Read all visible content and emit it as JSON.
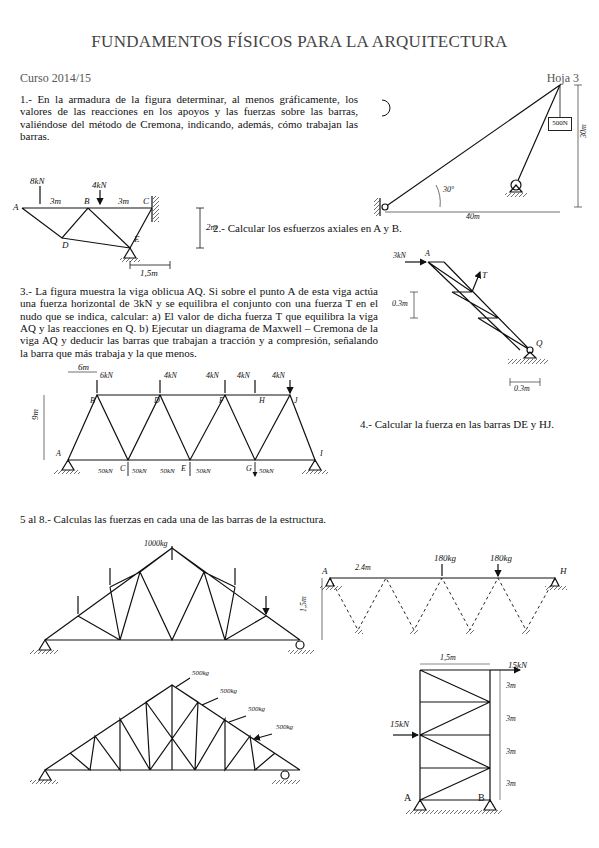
{
  "diagram": {
    "title": "FUNDAMENTOS FÍSICOS PARA LA ARQUITECTURA",
    "nodes": [
      {
        "text": [
          "500N"
        ]
      }
    ],
    "labels": [
      "Curso 2014/15",
      "Hoja 3",
      "1.- En la armadura de la figura determinar, al menos gráficamente, los valores de las reacciones en los apoyos y las fuerzas sobre las barras, valiéndose del método de Cremona, indicando, además, cómo trabajan las barras.",
      "8kN",
      "4kN",
      "A",
      "3m",
      "B",
      "3m",
      "C",
      "2m",
      "D",
      "E",
      "1,5m",
      "2.- Calcular los esfuerzos axiales en A y B.",
      "30°",
      "40m",
      "30m",
      "3.- La figura muestra la viga oblicua AQ. Si sobre el punto A de esta viga actúa una fuerza horizontal de 3kN y se equilibra el conjunto con una fuerza T en el nudo que se indica, calcular: a) El valor de dicha fuerza T que equilibra la viga AQ y las reacciones en Q. b) Ejecutar un diagrama de Maxwell – Cremona de la viga AQ y deducir las barras que trabajan a tracción y a compresión, señalando la barra que más trabaja y la que menos.",
      "3kN",
      "A",
      "T",
      "0.3m",
      "Q",
      "0.3m",
      "6m",
      "9m",
      "B",
      "D",
      "F",
      "H",
      "J",
      "6kN",
      "4kN",
      "4kN",
      "4kN",
      "4kN",
      "A",
      "C",
      "E",
      "G",
      "I",
      "50kN",
      "50kN",
      "50kN",
      "50kN",
      "50kN",
      "4.- Calcular la fuerza en las barras DE y HJ.",
      "5 al 8.- Calculas las fuerzas en cada una de las barras de la estructura.",
      "1000kg",
      "A",
      "2.4m",
      "180kg",
      "180kg",
      "H",
      "1,5m",
      "500kg",
      "500kg",
      "500kg",
      "500kg",
      "1,5m",
      "15kN",
      "3m",
      "3m",
      "3m",
      "3m",
      "15kN",
      "A",
      "B"
    ]
  }
}
